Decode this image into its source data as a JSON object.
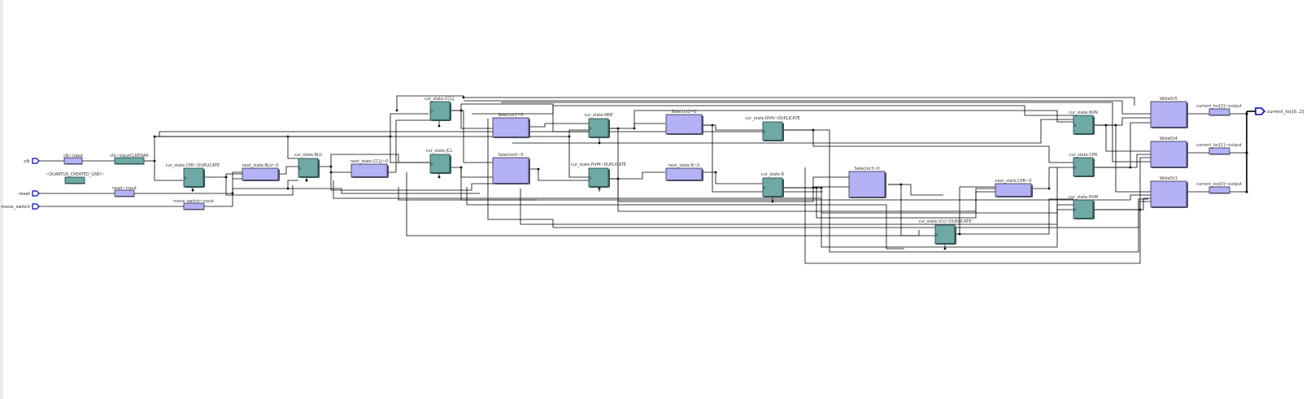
{
  "title": "",
  "colors": {
    "background": "#ffffff",
    "left_strip": "#ebebeb",
    "wire": "#000000",
    "port": "#0000c8",
    "reg_fill": "#6fa9a5",
    "reg_border": "#1f3f3f",
    "logic_fill": "#b4b2f4",
    "logic_border": "#2a2a44",
    "buf_fill": "#b4b2f4"
  },
  "ports": {
    "inputs": [
      "clk",
      "reset",
      "move_switch"
    ],
    "outputs": [
      "current_loc[0..2]"
    ]
  },
  "buffers": {
    "clk_input": "clk~input",
    "clk_ctrl": "clk~inputCLKENA0",
    "quartus_gnd": "~QUARTUS_CREATED_GND~",
    "reset_input": "reset~input",
    "move_switch_input": "move_switch~input",
    "out2": "current_loc[2]~output",
    "out1": "current_loc[1]~output",
    "out0": "current_loc[0]~output"
  },
  "registers": {
    "cpr_dup": "cur_state.CPR~DUPLICATE",
    "blu": "cur_state.BLU",
    "cclj": "cur_state.CCLJ",
    "jcl": "cur_state.JCL",
    "nre": "cur_state.NRE",
    "hvm_dup": "cur_state.HVM~DUPLICATE",
    "nvn_dup": "cur_state.NVN~DUPLICATE",
    "r": "cur_state.R",
    "icu_dup": "cur_state.ICU~DUPLICATE",
    "nvn": "cur_state.NVN",
    "cpr": "cur_state.CPR",
    "hvm": "cur_state.HVM"
  },
  "logic": {
    "next_blu": "next_state.BLU~0",
    "next_cclj": "next_state.CCLJ~0",
    "selector1": "Selector1~0",
    "selector0": "Selector0~0",
    "selector2": "Selector2~0",
    "next_r": "next_state.R~0",
    "selector3": "Selector3~0",
    "next_cpr": "next_state.CPR~0",
    "wideor5": "WideOr5",
    "wideor4": "WideOr4",
    "wideor1": "WideOr1"
  }
}
